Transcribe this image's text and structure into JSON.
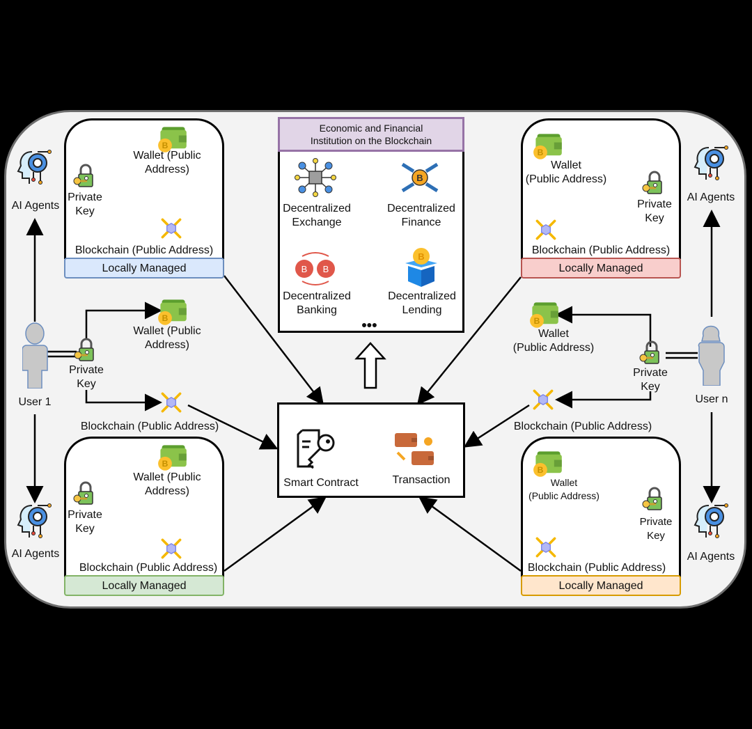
{
  "institution": {
    "header": [
      "Economic and Financial",
      "Institution on the Blockchain"
    ],
    "services": [
      {
        "icon": "network-cube-icon",
        "label": [
          "Decentralized",
          "Exchange"
        ]
      },
      {
        "icon": "bitcoin-arrows-icon",
        "label": [
          "Decentralized",
          "Finance"
        ]
      },
      {
        "icon": "bitcoin-exchange-icon",
        "label": [
          "Decentralized",
          "Banking"
        ]
      },
      {
        "icon": "bitcoin-box-icon",
        "label": [
          "Decentralized",
          "Lending"
        ]
      }
    ],
    "more": "●●●"
  },
  "core": {
    "smart_contract": "Smart Contract",
    "transaction": "Transaction"
  },
  "users": {
    "user1": "User 1",
    "usern": "User n"
  },
  "ai_agents": "AI Agents",
  "labels": {
    "wallet_inline": [
      "Wallet (Public",
      "Address)"
    ],
    "wallet_right": [
      "Wallet",
      "(Public Address)"
    ],
    "private_key": [
      "Private",
      "Key"
    ],
    "blockchain": "Blockchain (Public Address)",
    "locally_managed": "Locally Managed"
  },
  "colors": {
    "blue_managed_fill": "#dae8fc",
    "blue_managed_border": "#6c8ebf",
    "red_managed_fill": "#f8cecc",
    "red_managed_border": "#b85450",
    "green_managed_fill": "#d5e8d4",
    "green_managed_border": "#82b366",
    "orange_managed_fill": "#ffe6cc",
    "orange_managed_border": "#d79b00",
    "header_fill": "#e1d5e7",
    "header_border": "#9673a6"
  }
}
